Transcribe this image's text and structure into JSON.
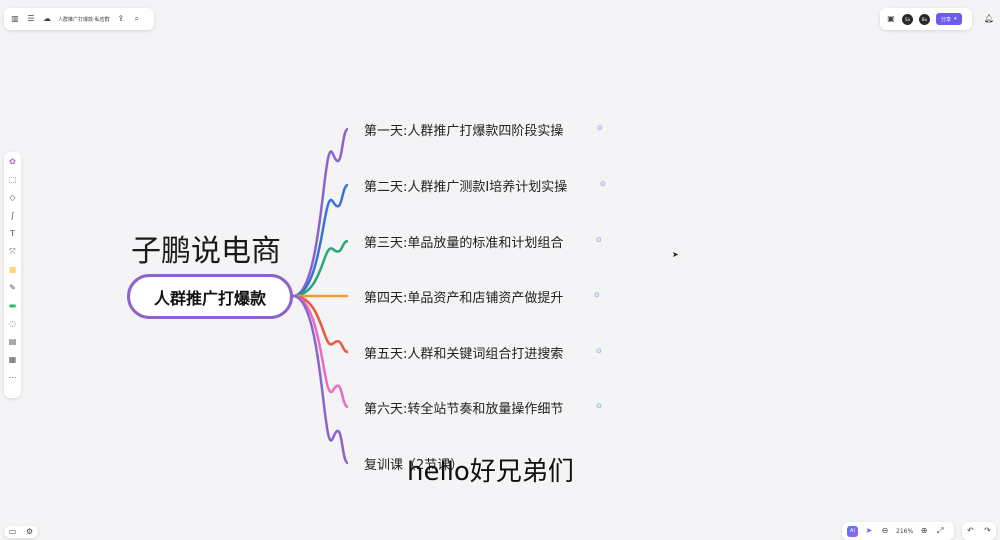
{
  "header": {
    "doc_title": "人群推广打爆款-私密群",
    "share_label": "分享",
    "avatar_1": "Sa",
    "avatar_2": "Bo",
    "icons": [
      "sidebar-toggle-icon",
      "menu-icon",
      "cloud-icon",
      "export-icon",
      "search-icon",
      "present-icon",
      "bell-icon"
    ]
  },
  "mindmap": {
    "heading": "子鹏说电商",
    "root": "人群推广打爆款",
    "branches": [
      {
        "label": "第一天:人群推广打爆款四阶段实操",
        "color": "#8b63cc"
      },
      {
        "label": "第二天:人群推广测款I培养计划实操",
        "color": "#3a73d8"
      },
      {
        "label": "第三天:单品放量的标准和计划组合",
        "color": "#27a97a"
      },
      {
        "label": "第四天:单品资产和店铺资产做提升",
        "color": "#f29a2e"
      },
      {
        "label": "第五天:人群和关键词组合打进搜索",
        "color": "#e45c3c"
      },
      {
        "label": "第六天:转全站节奏和放量操作细节",
        "color": "#e96bc2"
      },
      {
        "label": "复训课（2节课）",
        "color": "#8b63cc"
      }
    ],
    "overlay": "hello好兄弟们"
  },
  "footer": {
    "zoom": "216%"
  }
}
